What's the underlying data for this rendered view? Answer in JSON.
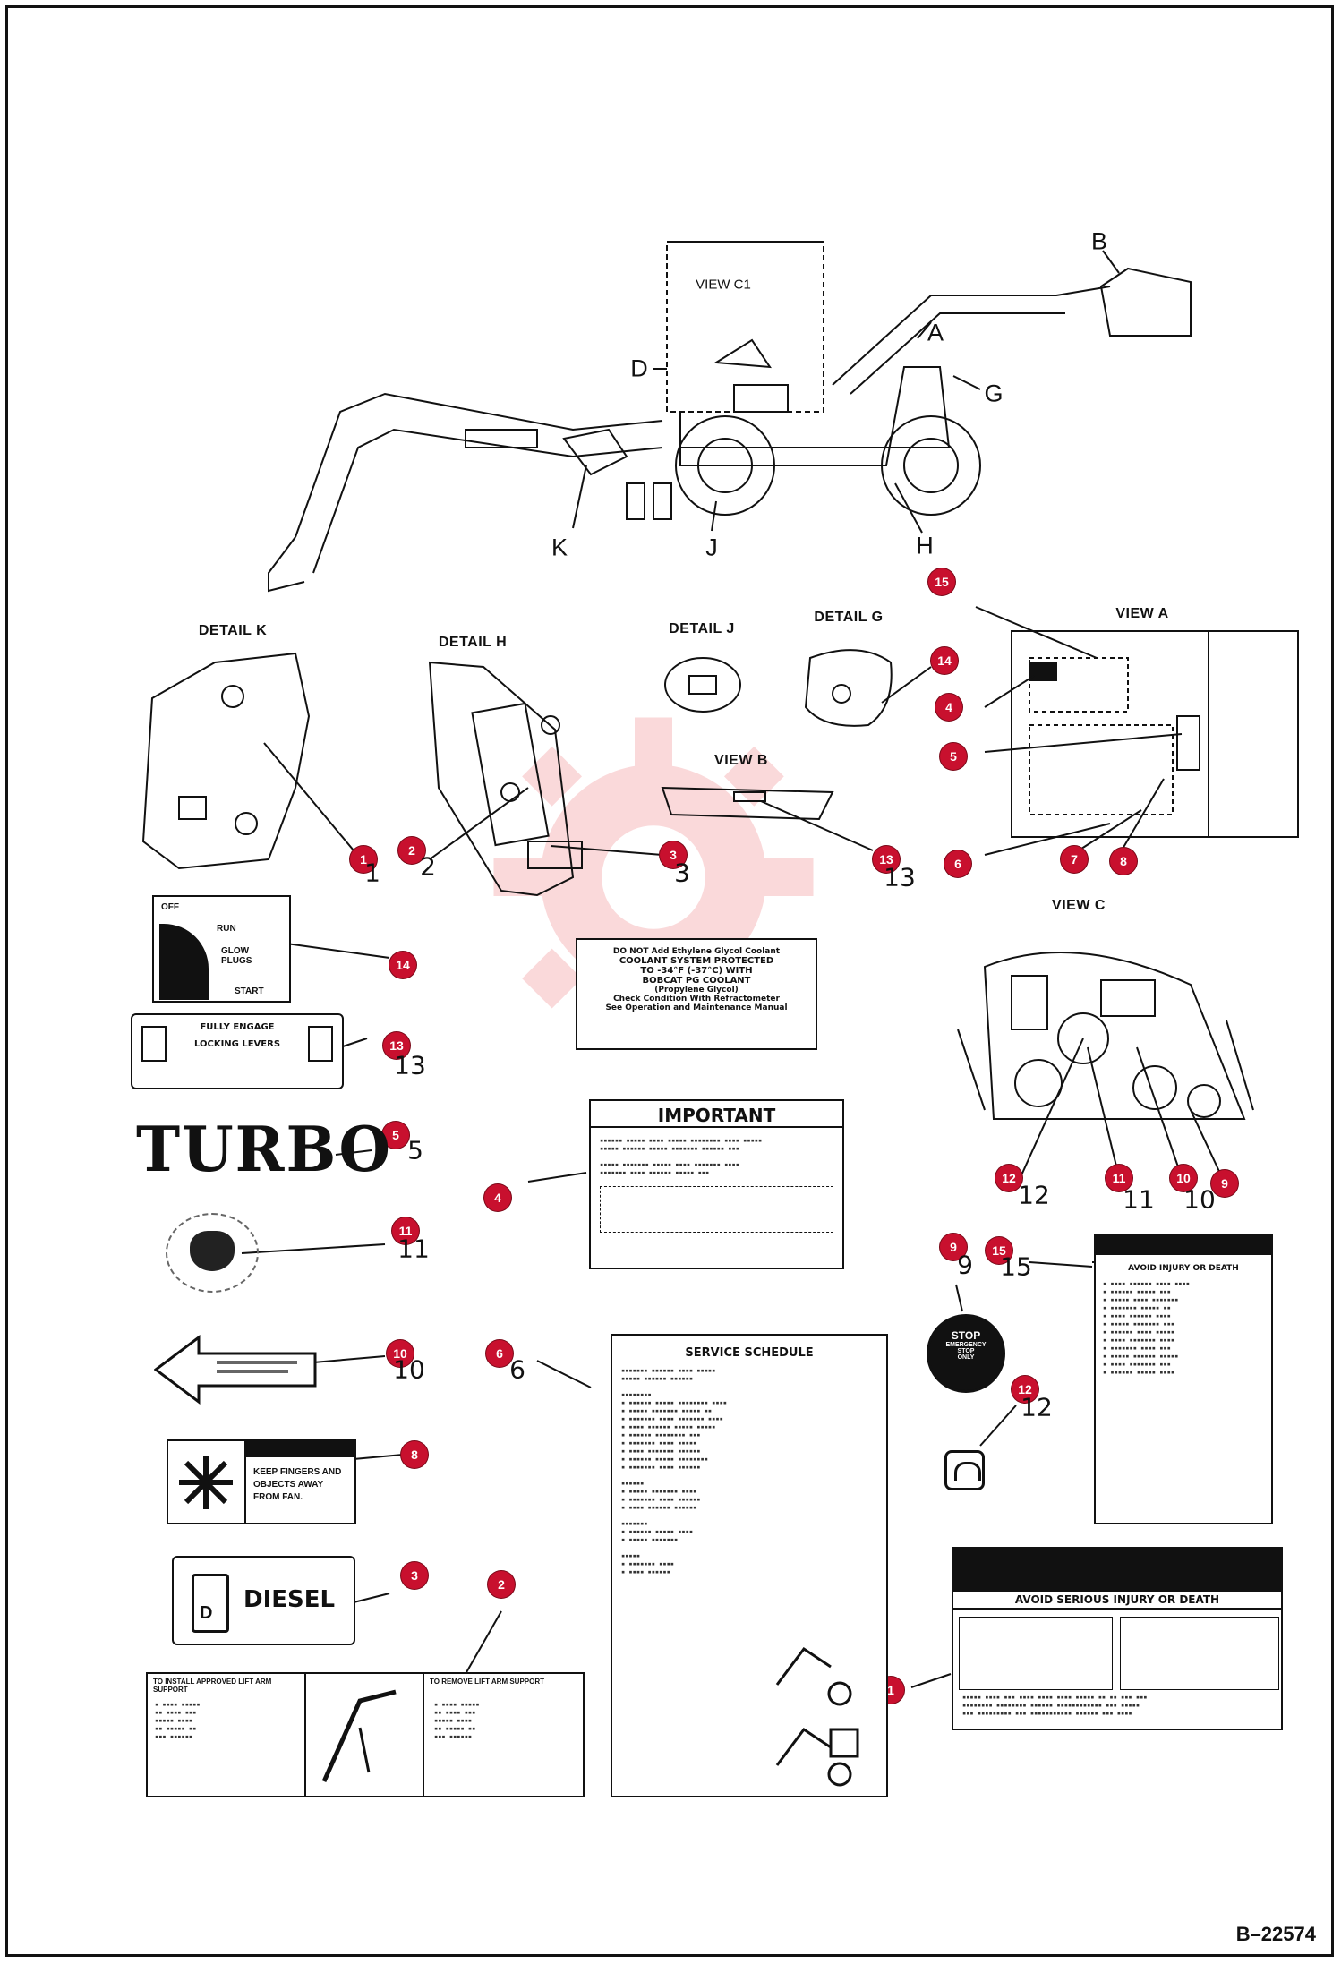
{
  "view_labels": {
    "view_c1": "VIEW C1",
    "A": "A",
    "B": "B",
    "D": "D",
    "G": "G",
    "H": "H",
    "J": "J",
    "K": "K"
  },
  "detail_titles": {
    "detail_k": "DETAIL K",
    "detail_h": "DETAIL H",
    "detail_j": "DETAIL J",
    "detail_g": "DETAIL G",
    "view_a": "VIEW A",
    "view_b": "VIEW B",
    "view_c": "VIEW C"
  },
  "callouts": [
    "1",
    "2",
    "3",
    "4",
    "5",
    "6",
    "7",
    "8",
    "9",
    "10",
    "11",
    "12",
    "13",
    "14",
    "15"
  ],
  "decals": {
    "ignition": {
      "off": "OFF",
      "run": "RUN",
      "glow": "GLOW PLUGS",
      "start": "START"
    },
    "locking": {
      "top": "FULLY ENGAGE",
      "mid": "LOCKING LEVERS"
    },
    "turbo": "TURBO",
    "coolant": {
      "line1": "DO NOT Add Ethylene Glycol Coolant",
      "line2": "COOLANT SYSTEM PROTECTED",
      "line3": "TO -34°F (-37°C) WITH",
      "line4": "BOBCAT PG COOLANT",
      "line5": "(Propylene Glycol)",
      "line6": "Check Condition With Refractometer",
      "line7": "See Operation and Maintenance Manual"
    },
    "important": "IMPORTANT",
    "service": "SERVICE SCHEDULE",
    "avoid_15": "AVOID INJURY OR DEATH",
    "avoid_1": "AVOID SERIOUS INJURY OR DEATH",
    "fan": {
      "line1": "KEEP FINGERS AND",
      "line2": "OBJECTS AWAY",
      "line3": "FROM FAN."
    },
    "diesel": "DIESEL",
    "stop": {
      "line1": "STOP",
      "line2": "EMERGENCY",
      "line3": "STOP",
      "line4": "ONLY"
    },
    "lift_arm": {
      "left": "TO INSTALL APPROVED LIFT ARM SUPPORT",
      "right": "TO REMOVE LIFT ARM SUPPORT"
    }
  },
  "footer": "B–22574"
}
